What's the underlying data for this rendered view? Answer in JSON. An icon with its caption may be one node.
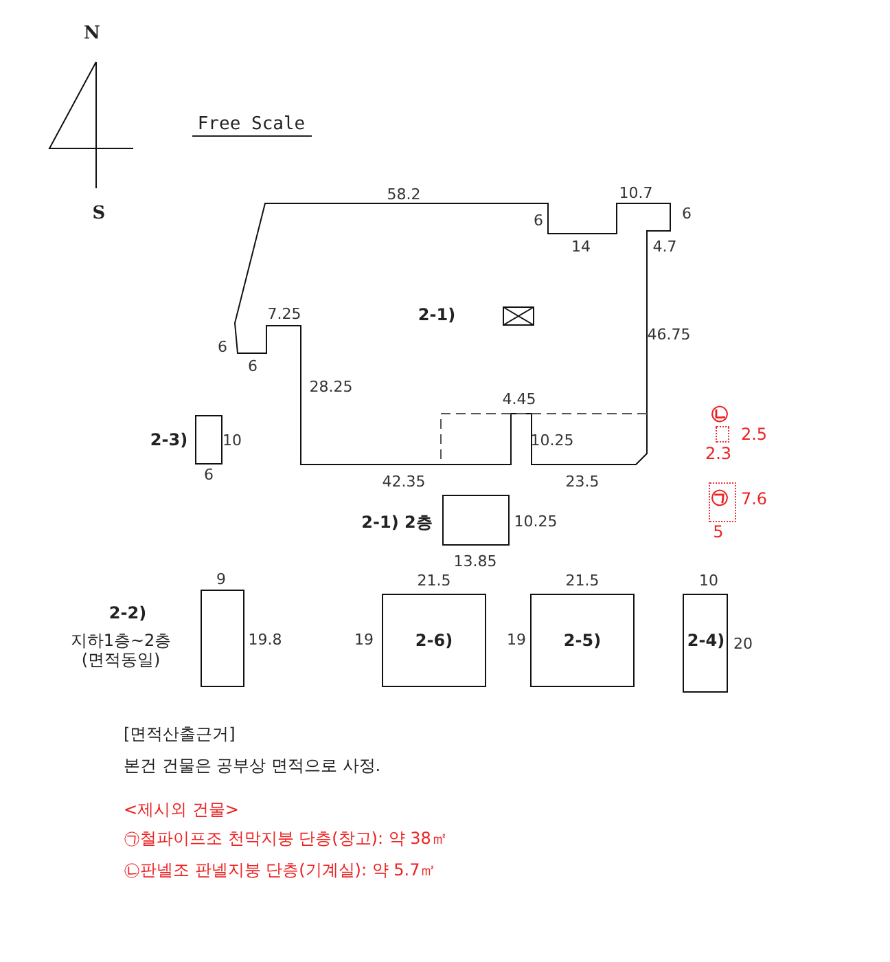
{
  "diagram": {
    "nodes": [
      {
        "text": [
          "2-1)"
        ]
      },
      {
        "text": [
          "2-3)"
        ]
      },
      {
        "text": [
          "2-1) 2층"
        ]
      },
      {
        "text": [
          "㉡"
        ]
      },
      {
        "text": [
          "㉠"
        ]
      },
      {
        "text": [
          "2-2)",
          "지하1층~2층 (면적동일)"
        ]
      },
      {
        "text": [
          "2-6)"
        ]
      },
      {
        "text": [
          "2-5)"
        ]
      },
      {
        "text": [
          "2-4)"
        ]
      }
    ],
    "labels": [
      "N",
      "S",
      "Free Scale",
      "58.2",
      "6",
      "14",
      "10.7",
      "6",
      "4.7",
      "7.25",
      "6",
      "6",
      "46.75",
      "28.25",
      "4.45",
      "10.25",
      "42.35",
      "23.5",
      "10",
      "6",
      "10.25",
      "13.85",
      "2.5",
      "2.3",
      "7.6",
      "5",
      "9",
      "19.8",
      "21.5",
      "19",
      "21.5",
      "19",
      "10",
      "20",
      "[면적산출근거]",
      "본건 건물은 공부상 면적으로 사정.",
      "<제시외 건물>",
      "㉠철파이프조 천막지붕 단층(창고): 약 38㎡",
      "㉡판넬조 판넬지붕 단층(기계실): 약 5.7㎡"
    ]
  }
}
